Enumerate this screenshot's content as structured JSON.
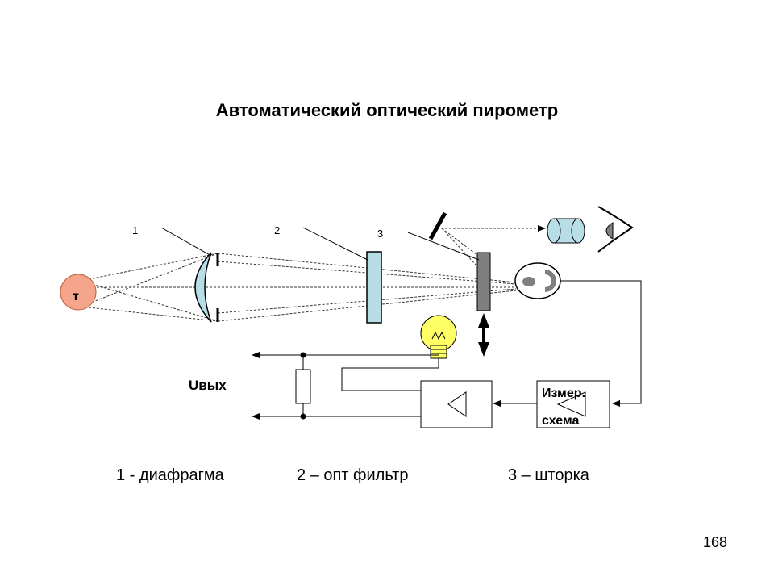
{
  "title": "Автоматический оптический пирометр",
  "markers": {
    "m1": "1",
    "m2": "2",
    "m3": "3"
  },
  "object_label": "т",
  "output_label": "Uвых",
  "measure_block": {
    "line1": "Измер.",
    "line2": "схема"
  },
  "legend": [
    {
      "text": "1 - диафрагма"
    },
    {
      "text": "2 – опт фильтр"
    },
    {
      "text": "3 – шторка"
    }
  ],
  "page_number": "168"
}
